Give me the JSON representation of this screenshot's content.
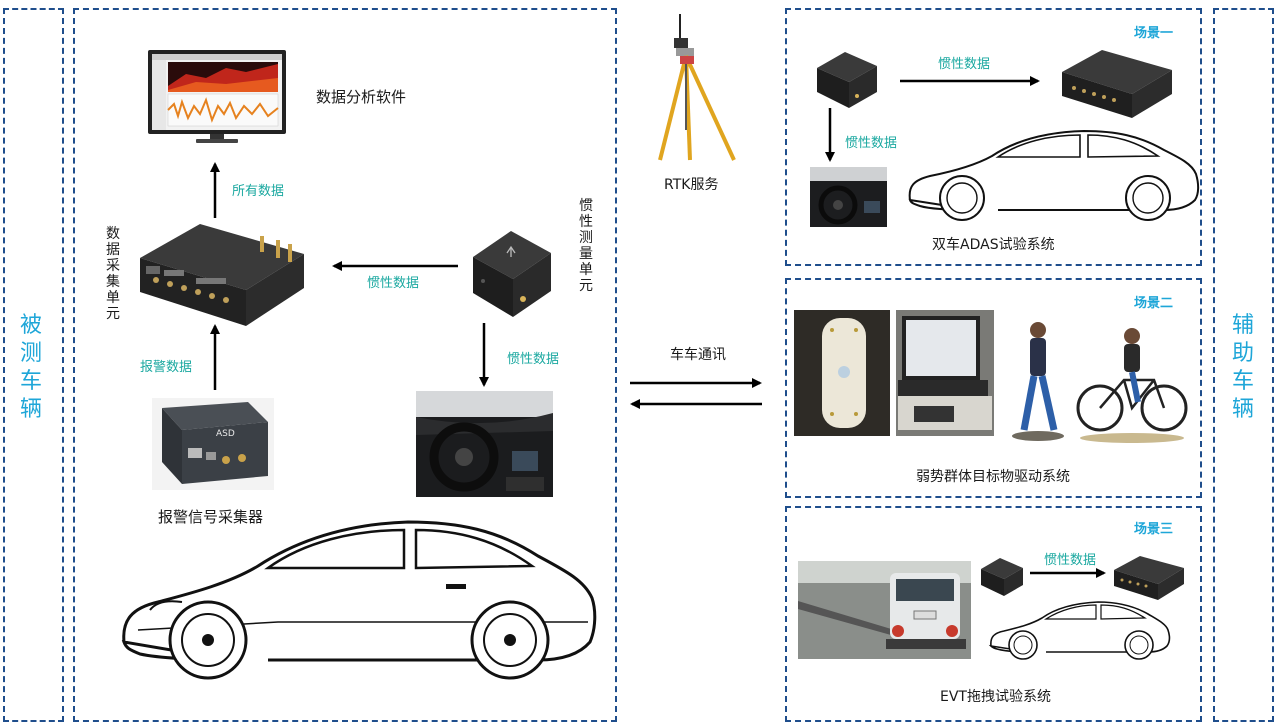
{
  "left_side_label": "被测车辆",
  "right_side_label": "辅助车辆",
  "tested_vehicle": {
    "software_label": "数据分析软件",
    "all_data_label": "所有数据",
    "daq_label": "数据采集单元",
    "imu_label": "惯性测量单元",
    "inertial_data_label_1": "惯性数据",
    "inertial_data_label_2": "惯性数据",
    "alarm_data_label": "报警数据",
    "alarm_collector_label": "报警信号采集器",
    "device_text": "ASD"
  },
  "rtk": {
    "label": "RTK服务"
  },
  "v2v": {
    "label": "车车通讯"
  },
  "scene1": {
    "tag": "场景一",
    "inertial_data_h": "惯性数据",
    "inertial_data_v": "惯性数据",
    "caption": "双车ADAS试验系统"
  },
  "scene2": {
    "tag": "场景二",
    "caption": "弱势群体目标物驱动系统"
  },
  "scene3": {
    "tag": "场景三",
    "inertial_data": "惯性数据",
    "caption": "EVT拖拽试验系统"
  },
  "colors": {
    "border": "#1f4e8c",
    "side_label": "#1ea6d8",
    "data_label": "#1aa8a0"
  }
}
